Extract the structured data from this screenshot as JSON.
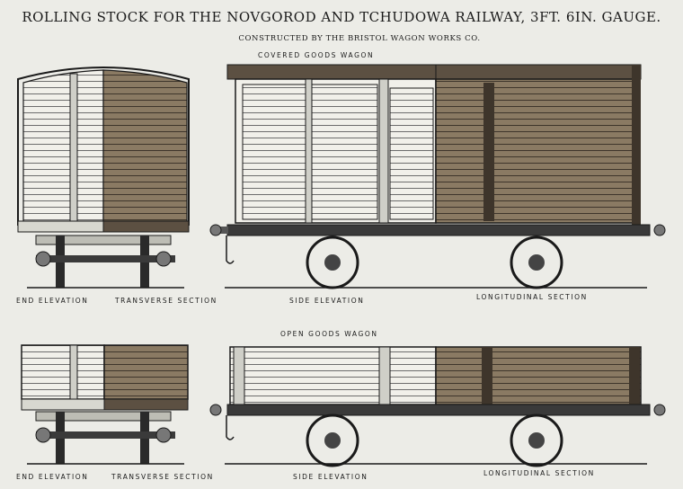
{
  "title": "ROLLING STOCK FOR THE NOVGOROD AND TCHUDOWA RAILWAY, 3FT. 6IN. GAUGE.",
  "subtitle": "CONSTRUCTED BY THE BRISTOL WAGON WORKS CO.",
  "covered": {
    "heading": "COVERED   GOODS   WAGON",
    "end_elevation": "END  ELEVATION",
    "transverse_section": "TRANSVERSE  SECTION",
    "side_elevation": "SIDE   ELEVATION",
    "longitudinal_section": "LONGITUDINAL   SECTION"
  },
  "open": {
    "heading": "OPEN   GOODS   WAGON",
    "end_elevation": "END  ELEVATION",
    "transverse_section": "TRANSVERSE  SECTION",
    "side_elevation": "SIDE   ELEVATION",
    "longitudinal_section": "LONGITUDINAL   SECTION"
  },
  "colors": {
    "paper": "#ecece7",
    "ink": "#1a1a1a",
    "planking": "#8a7a63",
    "planking_dark": "#5c5042"
  }
}
